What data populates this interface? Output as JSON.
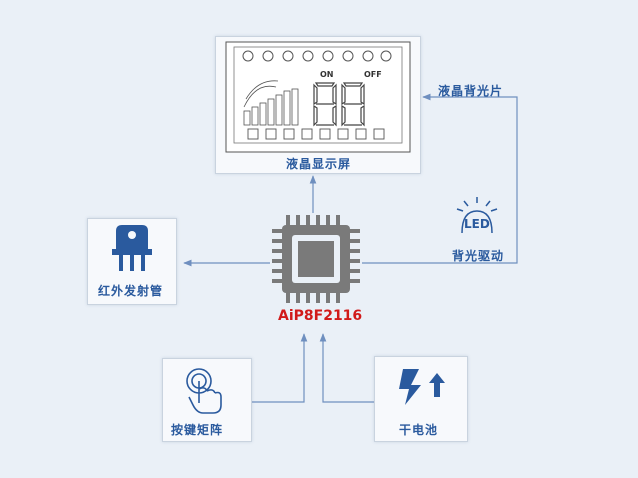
{
  "lcd": {
    "label": "液晶显示屏",
    "on_text": "ON",
    "off_text": "OFF"
  },
  "backlight_sheet": {
    "label": "液晶背光片"
  },
  "backlight_driver": {
    "label": "背光驱动",
    "led_text": "LED"
  },
  "ir_tube": {
    "label": "红外发射管"
  },
  "mcu": {
    "label": "AiP8F2116"
  },
  "keypad": {
    "label": "按键矩阵"
  },
  "battery": {
    "label": "干电池"
  },
  "colors": {
    "accent": "#2a5a9e",
    "arrow": "#6f8fbf",
    "chip": "#7a7a7a",
    "chip_label": "#d11a1a"
  }
}
